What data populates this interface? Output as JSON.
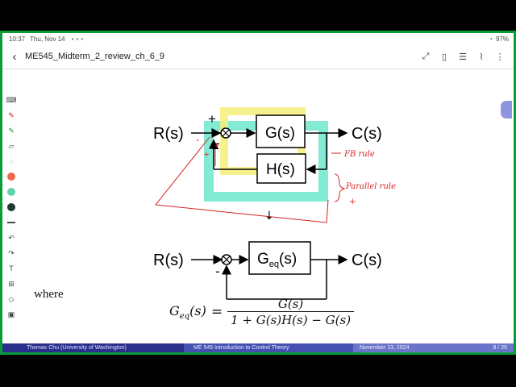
{
  "status": {
    "time": "10:37",
    "date": "Thu, Nov 14",
    "battery": "97%"
  },
  "title": "ME545_Midterm_2_review_ch_6_9",
  "diagram1": {
    "input": "R(s)",
    "output": "C(s)",
    "plus": "+",
    "minus": "-",
    "forward_block": "G(s)",
    "feedback_block": "H(s)",
    "note_fb": "FB rule",
    "note_parallel": "Parallel rule",
    "note_plus": "+",
    "red_minus": "-",
    "red_plus_a": "+",
    "red_plus_b": "+",
    "arrow": "↓"
  },
  "diagram2": {
    "input": "R(s)",
    "output": "C(s)",
    "minus": "-",
    "block_main": "G",
    "block_sub": "eq",
    "block_tail": "(s)"
  },
  "where_label": "where",
  "formula": {
    "lhs_main": "G",
    "lhs_sub": "eq",
    "lhs_tail": "(s)",
    "equals": "=",
    "numerator": "G(s)",
    "denominator": "1 + G(s)H(s) − G(s)"
  },
  "footer": {
    "author": "Thomas Chu (University of Washington)",
    "course": "ME 545 Introduction to Control Theory",
    "date": "November 13, 2024",
    "page": "8 / 25"
  },
  "colors": {
    "frame": "#0a9b3a",
    "highlight_teal": "#4fe3c0",
    "highlight_yellow": "#f6f07a",
    "annotation_red": "#d62020",
    "footer": "#2b2f8c"
  }
}
